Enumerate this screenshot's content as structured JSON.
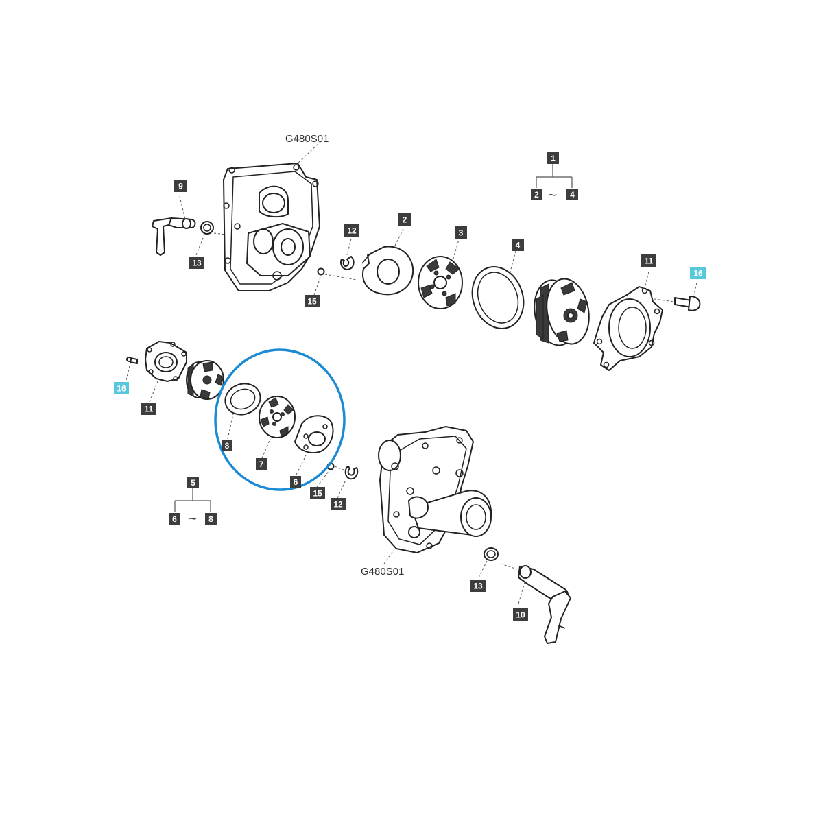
{
  "colors": {
    "tag": "#3d3d3d",
    "tag_highlight": "#5ac8dc",
    "tag_text": "#ffffff",
    "highlight_ellipse": "#1a8ad4",
    "line": "#222222"
  },
  "reference_labels": {
    "top": "G480S01",
    "bottom": "G480S01"
  },
  "groups": [
    {
      "parent": "1",
      "range_from": "2",
      "range_to": "4",
      "separator": "~"
    },
    {
      "parent": "5",
      "range_from": "6",
      "range_to": "8",
      "separator": "~"
    }
  ],
  "callouts": [
    {
      "id": "c9",
      "num": "9"
    },
    {
      "id": "c13a",
      "num": "13"
    },
    {
      "id": "c12a",
      "num": "12"
    },
    {
      "id": "c15a",
      "num": "15"
    },
    {
      "id": "c2",
      "num": "2"
    },
    {
      "id": "c3",
      "num": "3"
    },
    {
      "id": "c4",
      "num": "4"
    },
    {
      "id": "c11a",
      "num": "11"
    },
    {
      "id": "c16a",
      "num": "16",
      "highlight": true
    },
    {
      "id": "c16b",
      "num": "16",
      "highlight": true
    },
    {
      "id": "c11b",
      "num": "11"
    },
    {
      "id": "c8",
      "num": "8"
    },
    {
      "id": "c7",
      "num": "7"
    },
    {
      "id": "c6",
      "num": "6"
    },
    {
      "id": "c15b",
      "num": "15"
    },
    {
      "id": "c12b",
      "num": "12"
    },
    {
      "id": "c13b",
      "num": "13"
    },
    {
      "id": "c10",
      "num": "10"
    }
  ]
}
